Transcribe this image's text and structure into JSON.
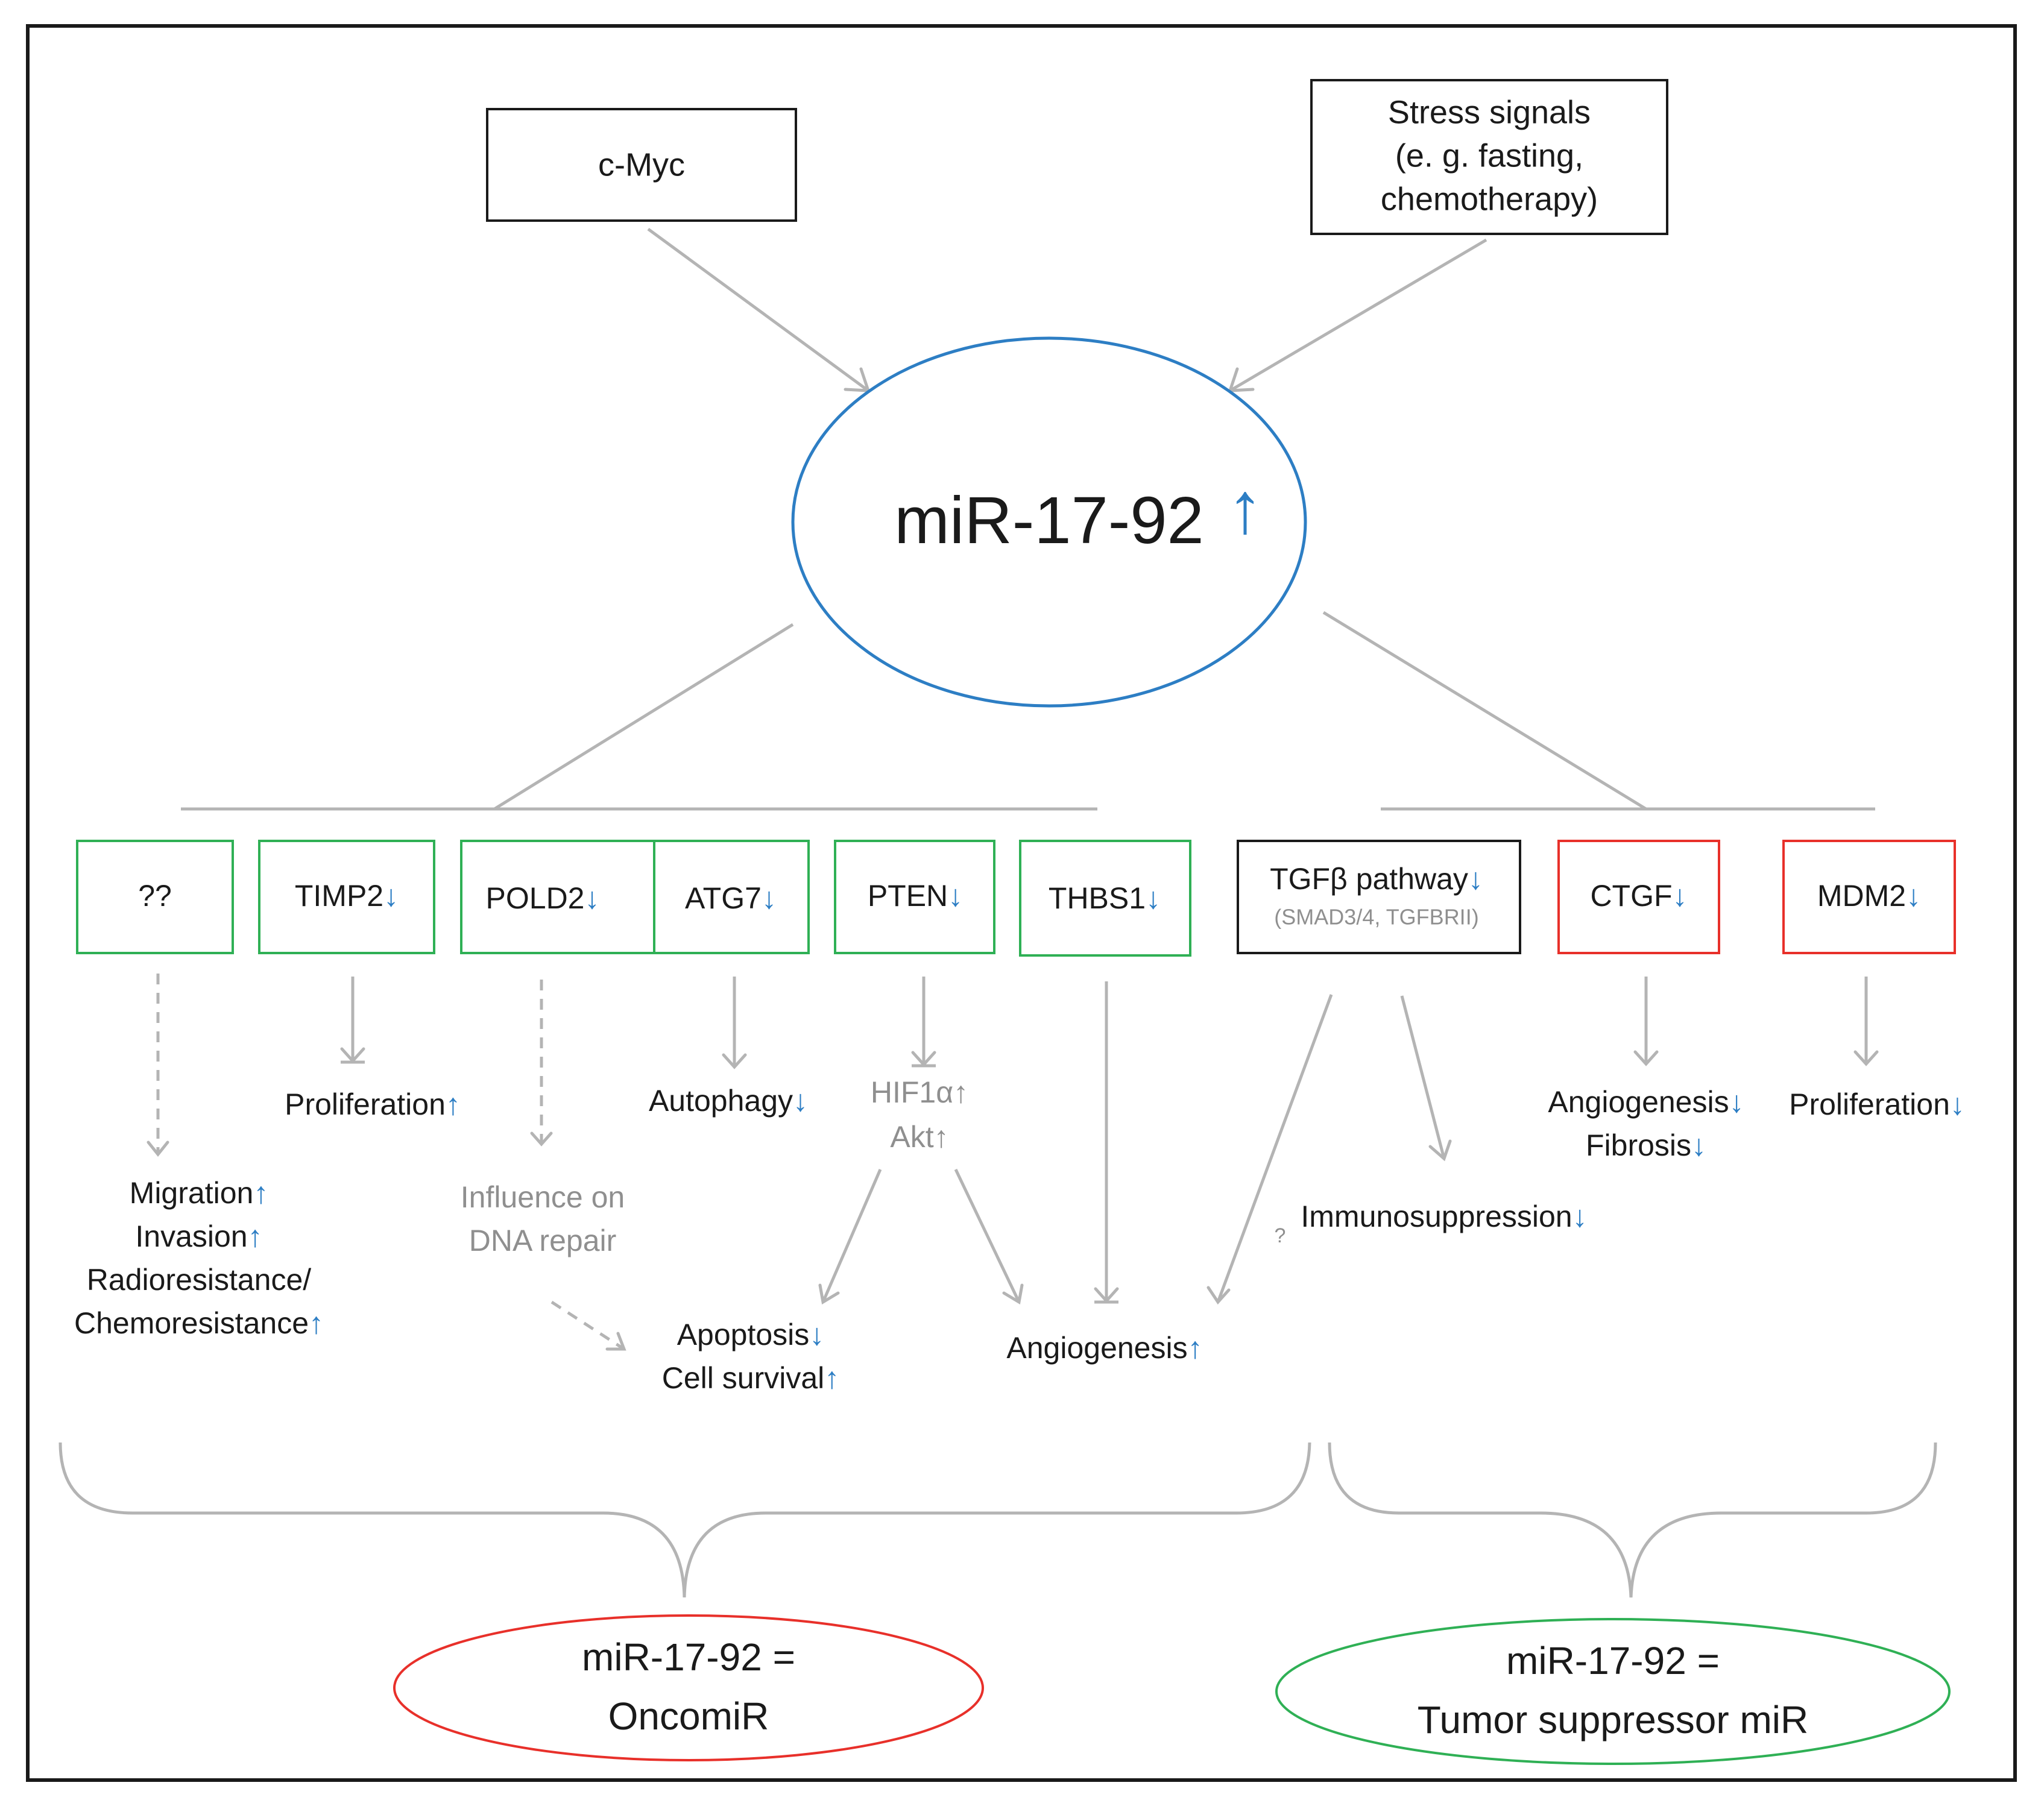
{
  "colors": {
    "green": "#2fb055",
    "red": "#e8302a",
    "black": "#1a1a1a",
    "gray": "#b4b4b4",
    "blue": "#2d7ec4",
    "gray_text": "#8f8f8f"
  },
  "arrows": {
    "up": "↑",
    "down": "↓"
  },
  "upstream": {
    "cmyc": "c-Myc",
    "stress": [
      "Stress signals",
      "(e. g. fasting,",
      "chemotherapy)"
    ]
  },
  "center": {
    "label": "miR-17-92",
    "arrow": "up"
  },
  "targets": [
    {
      "label": "??",
      "arrow": "",
      "border": "green"
    },
    {
      "label": "TIMP2",
      "arrow": "down",
      "border": "green"
    },
    {
      "label": "POLD2",
      "arrow": "down",
      "border": "green"
    },
    {
      "label": "ATG7",
      "arrow": "down",
      "border": "green"
    },
    {
      "label": "PTEN",
      "arrow": "down",
      "border": "green"
    },
    {
      "label": "THBS1",
      "arrow": "down",
      "border": "green"
    },
    {
      "label": "TGFβ pathway",
      "arrow": "down",
      "sublabel": "(SMAD3/4, TGFBRII)",
      "border": "black"
    },
    {
      "label": "CTGF",
      "arrow": "down",
      "border": "red"
    },
    {
      "label": "MDM2",
      "arrow": "down",
      "border": "red"
    }
  ],
  "effects": {
    "migration": {
      "label": "Migration",
      "arrow": "up"
    },
    "invasion": {
      "label": "Invasion",
      "arrow": "up"
    },
    "radioresistance": {
      "label": "Radioresistance/"
    },
    "chemoresistance": {
      "label": "Chemoresistance",
      "arrow": "up"
    },
    "proliferation_left": {
      "label": "Proliferation",
      "arrow": "up"
    },
    "dna_repair": [
      "Influence on",
      "DNA repair"
    ],
    "autophagy": {
      "label": "Autophagy",
      "arrow": "down"
    },
    "hif1a": {
      "label": "HIF1α",
      "arrow": "up"
    },
    "akt": {
      "label": "Akt",
      "arrow": "up"
    },
    "apoptosis": {
      "label": "Apoptosis",
      "arrow": "down"
    },
    "cell_survival": {
      "label": "Cell survival",
      "arrow": "up"
    },
    "angiogenesis_up": {
      "label": "Angiogenesis",
      "arrow": "up"
    },
    "question_mark": "?",
    "immunosuppression": {
      "label": "Immunosuppression",
      "arrow": "down"
    },
    "angiogenesis_down": {
      "label": "Angiogenesis",
      "arrow": "down"
    },
    "fibrosis": {
      "label": "Fibrosis",
      "arrow": "down"
    },
    "proliferation_right": {
      "label": "Proliferation",
      "arrow": "down"
    }
  },
  "conclusions": {
    "oncomir": [
      "miR-17-92 =",
      "OncomiR"
    ],
    "suppressor": [
      "miR-17-92 =",
      "Tumor suppressor miR"
    ]
  }
}
